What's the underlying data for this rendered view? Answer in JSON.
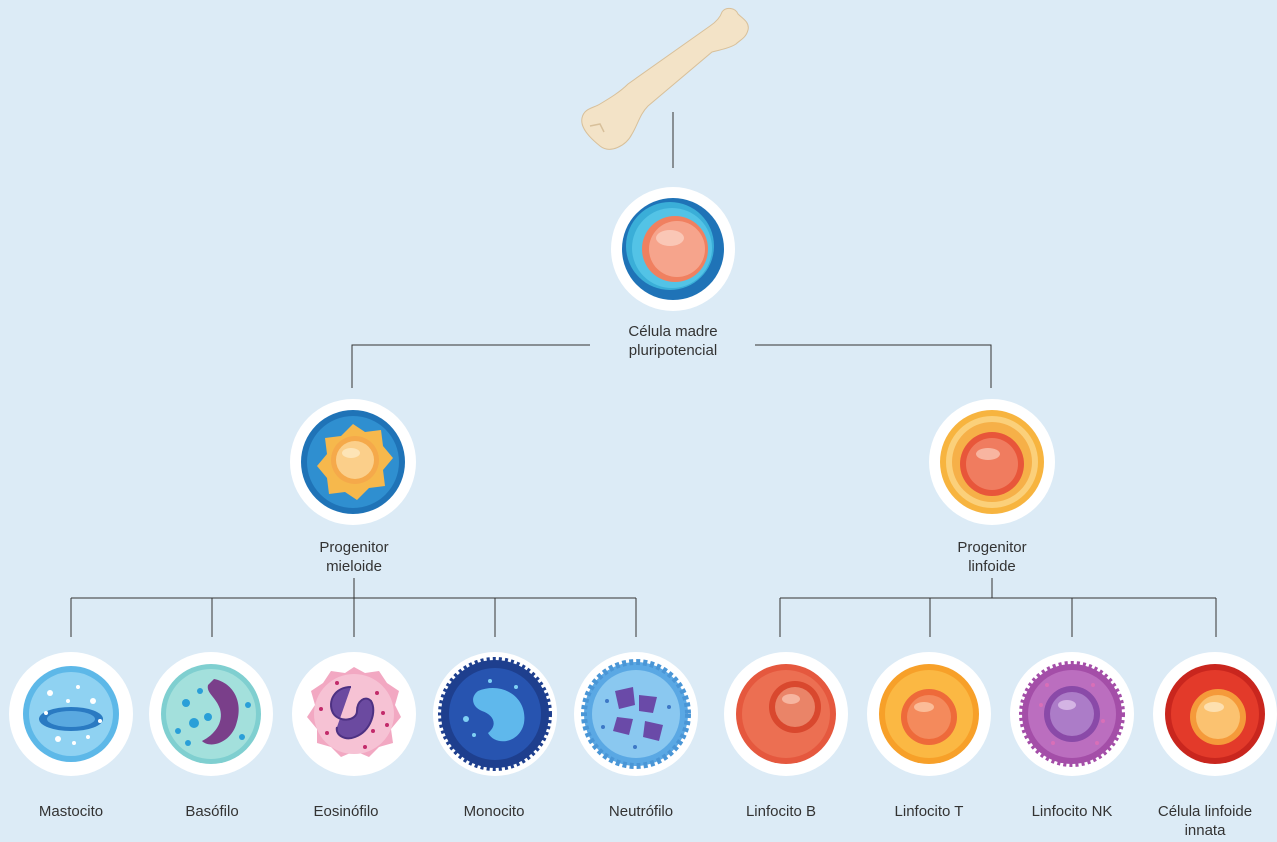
{
  "root": {
    "label_line1": "Célula madre",
    "label_line2": "pluripotencial",
    "icon": "stem-cell-icon"
  },
  "source": {
    "icon": "bone-icon"
  },
  "branches": {
    "myeloid": {
      "label_line1": "Progenitor",
      "label_line2": "mieloide",
      "icon": "myeloid-progenitor-icon"
    },
    "lymphoid": {
      "label_line1": "Progenitor",
      "label_line2": "linfoide",
      "icon": "lymphoid-progenitor-icon"
    }
  },
  "leaves": [
    {
      "label_line1": "Mastocito",
      "label_line2": "",
      "icon": "mast-cell-icon"
    },
    {
      "label_line1": "Basófilo",
      "label_line2": "",
      "icon": "basophil-icon"
    },
    {
      "label_line1": "Eosinófilo",
      "label_line2": "",
      "icon": "eosinophil-icon"
    },
    {
      "label_line1": "Monocito",
      "label_line2": "",
      "icon": "monocyte-icon"
    },
    {
      "label_line1": "Neutrófilo",
      "label_line2": "",
      "icon": "neutrophil-icon"
    },
    {
      "label_line1": "Linfocito B",
      "label_line2": "",
      "icon": "b-lymphocyte-icon"
    },
    {
      "label_line1": "Linfocito T",
      "label_line2": "",
      "icon": "t-lymphocyte-icon"
    },
    {
      "label_line1": "Linfocito NK",
      "label_line2": "",
      "icon": "nk-lymphocyte-icon"
    },
    {
      "label_line1": "Célula linfoide",
      "label_line2": "innata",
      "icon": "innate-lymphoid-cell-icon"
    }
  ],
  "colors": {
    "background": "#dcebf6",
    "line": "#333333",
    "text": "#333333"
  }
}
